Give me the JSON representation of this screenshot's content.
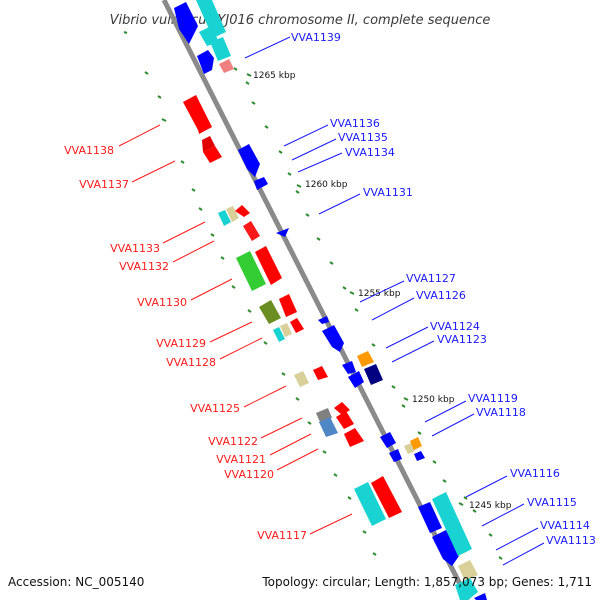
{
  "title": "Vibrio vulnificus YJ016 chromosome II, complete sequence",
  "footer": {
    "accession": "Accession: NC_005140",
    "summary": "Topology: circular; Length: 1,857,073 bp; Genes: 1,711"
  },
  "colors": {
    "backbone": "#8a8a8a",
    "forward_label": "#1a1aff",
    "reverse_label": "#ff1a1a",
    "tick": "#2e8b2e"
  },
  "kbp_marks": [
    "1265 kbp",
    "1260 kbp",
    "1255 kbp",
    "1250 kbp",
    "1245 kbp"
  ],
  "forward_labels": [
    "VVA1139",
    "VVA1136",
    "VVA1135",
    "VVA1134",
    "VVA1131",
    "VVA1127",
    "VVA1126",
    "VVA1124",
    "VVA1123",
    "VVA1119",
    "VVA1118",
    "VVA1116",
    "VVA1115",
    "VVA1114",
    "VVA1113"
  ],
  "reverse_labels": [
    "VVA1138",
    "VVA1137",
    "VVA1133",
    "VVA1132",
    "VVA1130",
    "VVA1129",
    "VVA1128",
    "VVA1125",
    "VVA1122",
    "VVA1121",
    "VVA1120",
    "VVA1117"
  ]
}
